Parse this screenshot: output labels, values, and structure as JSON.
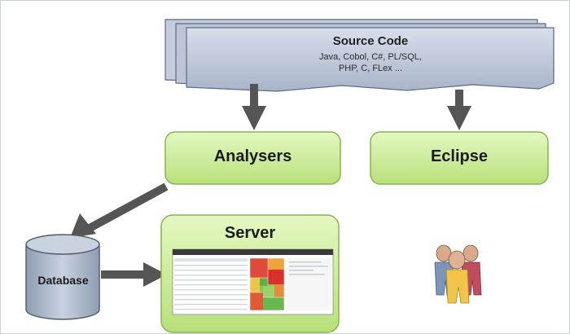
{
  "source_code": {
    "title": "Source Code",
    "languages_line1": "Java, Cobol, C#, PL/SQL,",
    "languages_line2": "PHP, C, FLex ..."
  },
  "analysers": {
    "label": "Analysers"
  },
  "eclipse": {
    "label": "Eclipse"
  },
  "server": {
    "label": "Server"
  },
  "database": {
    "label": "Database"
  },
  "colors": {
    "source_fill": "#b9c4d8",
    "box_fill": "#c9ec8f",
    "box_stroke": "#86b64a",
    "arrow": "#555555",
    "db_fill": "#a9b6c8"
  },
  "icons": {
    "users": "users-group-icon"
  }
}
